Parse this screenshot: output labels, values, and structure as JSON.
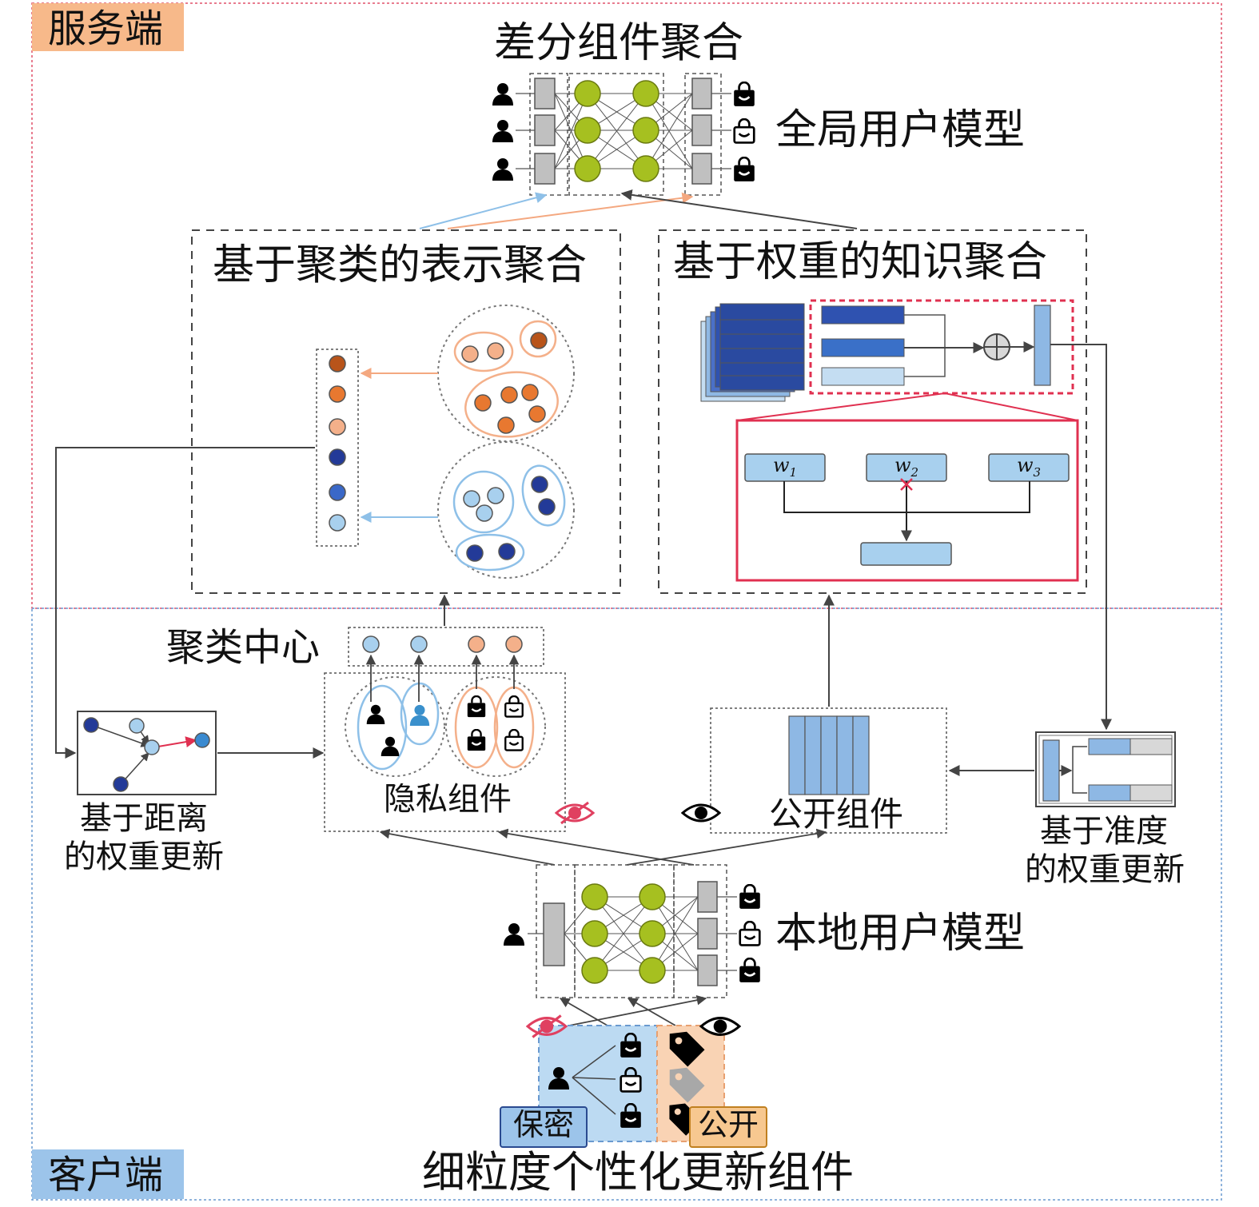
{
  "regions": {
    "server_tag": "服务端",
    "client_tag": "客户端"
  },
  "server": {
    "diff_agg_title": "差分组件聚合",
    "global_model_label": "全局用户模型",
    "cluster_agg_title": "基于聚类的表示聚合",
    "weight_agg_title": "基于权重的知识聚合",
    "weights": [
      "w1",
      "w2",
      "w3"
    ]
  },
  "client": {
    "cluster_center_label": "聚类中心",
    "private_component_label": "隐私组件",
    "public_component_label": "公开组件",
    "distance_update_line1": "基于距离",
    "distance_update_line2": "的权重更新",
    "accuracy_update_line1": "基于准度",
    "accuracy_update_line2": "的权重更新",
    "local_model_label": "本地用户模型",
    "secret_tag": "保密",
    "public_tag": "公开",
    "bottom_title": "细粒度个性化更新组件"
  },
  "colors": {
    "server_border": "#e0506a",
    "client_border": "#6a9ad0",
    "server_tag_bg": "#f7b98a",
    "client_tag_bg": "#9cc4ea",
    "node_green": "#a6c020",
    "light_blue": "#a8d0ee",
    "dark_blue": "#2a4aa0",
    "orange": "#e87830",
    "red_box": "#e03050"
  }
}
